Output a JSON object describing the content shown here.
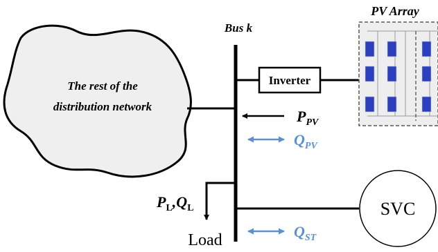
{
  "network": {
    "label_line1": "The rest of the",
    "label_line2": "distribution network"
  },
  "bus": {
    "label": "Bus k"
  },
  "inverter": {
    "label": "Inverter"
  },
  "pv_array": {
    "title": "PV Array"
  },
  "flows": {
    "p_pv": {
      "main": "P",
      "sub": "PV"
    },
    "q_pv": {
      "main": "Q",
      "sub": "PV"
    },
    "q_st": {
      "main": "Q",
      "sub": "ST"
    },
    "load_pq": {
      "p": "P",
      "p_sub": "L",
      "sep": ",",
      "q": "Q",
      "q_sub": "L"
    }
  },
  "load": {
    "label": "Load"
  },
  "svc": {
    "label": "SVC"
  },
  "colors": {
    "line": "#000000",
    "cloud_fill": "#efefef",
    "q_flow": "#5b8fd6",
    "panel_blue": "#2b3fbf",
    "array_fill": "#eeeeee"
  }
}
